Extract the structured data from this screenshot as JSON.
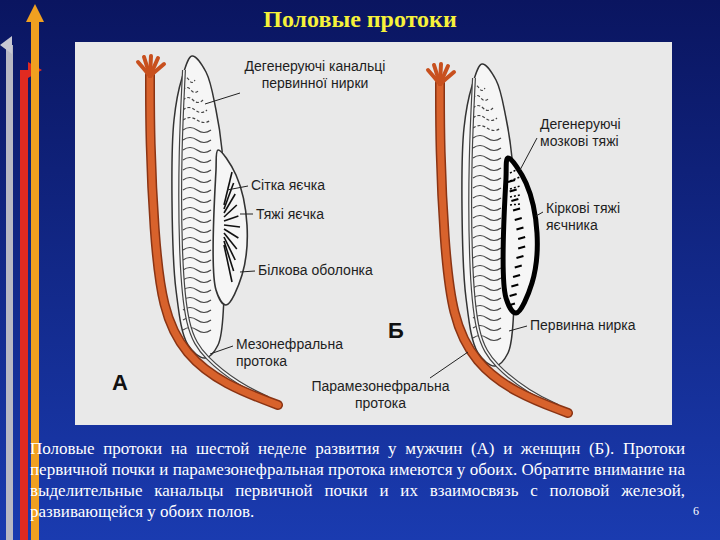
{
  "diagram": {
    "title": "Половые протоки",
    "caption": "Половые протоки на шестой неделе развития у мужчин (А) и женщин (Б). Протоки первичной почки и парамезонефральная протока имеются у обоих. Обратите внимание на выделительные канальцы первичной почки и их взаимосвязь с половой железой, развивающейся у обоих полов.",
    "labels": [
      "Дегенеруючі канальці первинної нирки",
      "Сітка яєчка",
      "Тяжі яєчка",
      "Білкова оболонка",
      "Мезонефральна протока",
      "А",
      "Дегенеруючі мозкові тяжі",
      "Кіркові тяжі яєчника",
      "Первинна нирка",
      "Б",
      "Парамезонефральна протока",
      "6"
    ]
  }
}
